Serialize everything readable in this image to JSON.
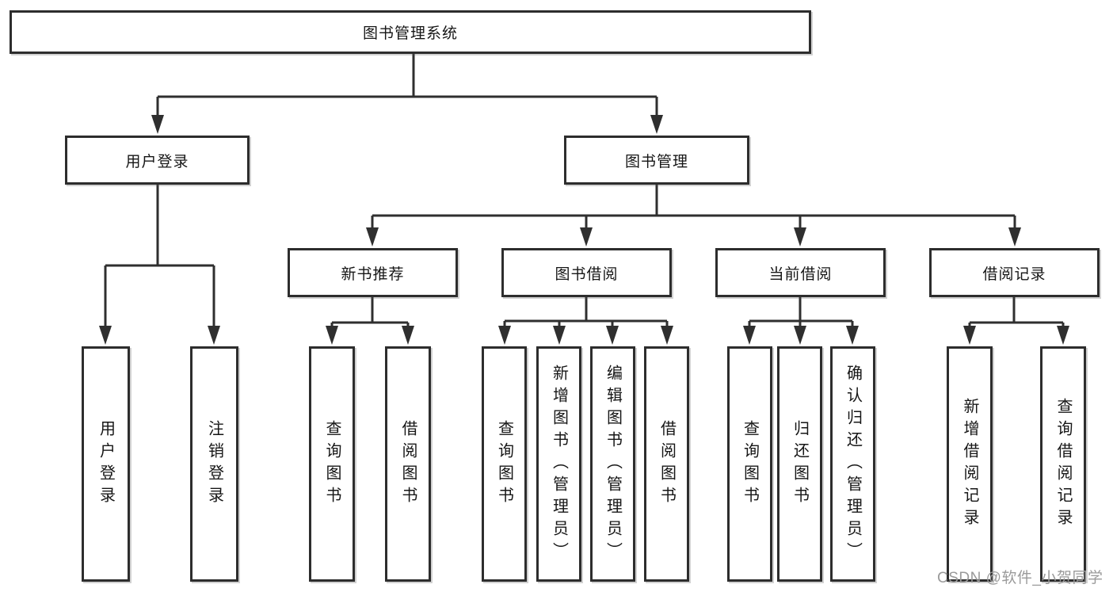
{
  "diagram_title": "图书管理系统",
  "colors": {
    "line": "#2f2f2f",
    "box_border": "#2d2d2d",
    "text": "#161616",
    "watermark": "#9a9a9a",
    "background": "#ffffff"
  },
  "watermark": {
    "text": "CSDN @软件_小贺同学"
  },
  "tree": {
    "label": "图书管理系统",
    "children": [
      {
        "label": "用户登录",
        "children": [
          {
            "label": "用户登录"
          },
          {
            "label": "注销登录"
          }
        ]
      },
      {
        "label": "图书管理",
        "children": [
          {
            "label": "新书推荐",
            "children": [
              {
                "label": "查询图书"
              },
              {
                "label": "借阅图书"
              }
            ]
          },
          {
            "label": "图书借阅",
            "children": [
              {
                "label": "查询图书"
              },
              {
                "label": "新增图书（管理员）"
              },
              {
                "label": "编辑图书（管理员）"
              },
              {
                "label": "借阅图书"
              }
            ]
          },
          {
            "label": "当前借阅",
            "children": [
              {
                "label": "查询图书"
              },
              {
                "label": "归还图书"
              },
              {
                "label": "确认归还（管理员）"
              }
            ]
          },
          {
            "label": "借阅记录",
            "children": [
              {
                "label": "新增借阅记录"
              },
              {
                "label": "查询借阅记录"
              }
            ]
          }
        ]
      }
    ]
  }
}
